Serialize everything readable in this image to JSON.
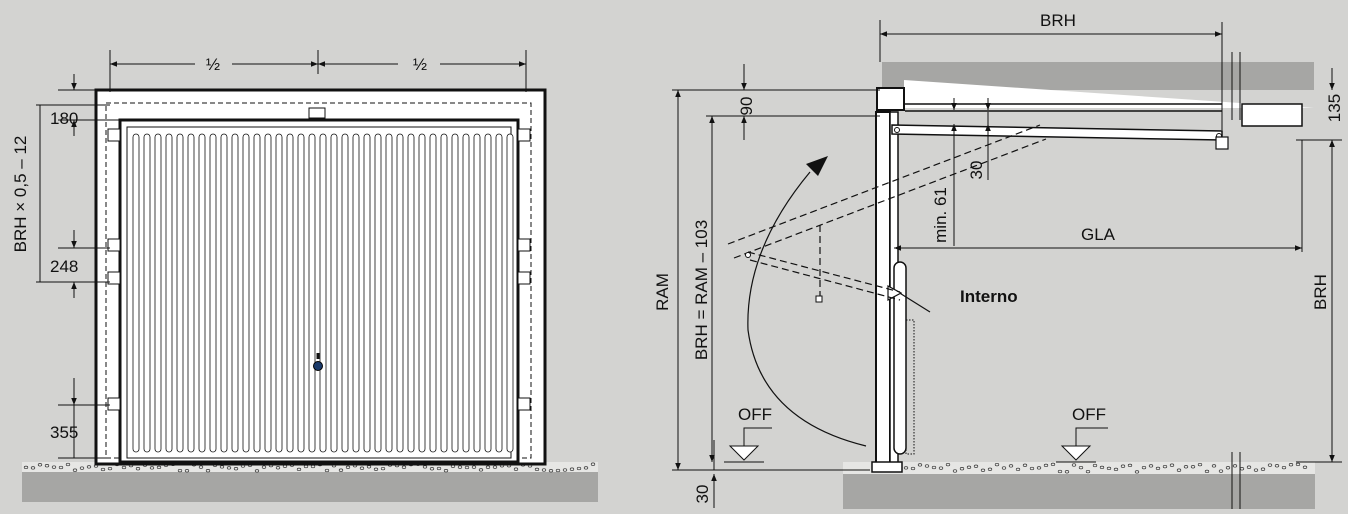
{
  "front_view": {
    "half_left": "½",
    "half_right": "½",
    "dim_180": "180",
    "dim_248": "248",
    "dim_355": "355",
    "brh_label": "BRH × 0,5 – 12"
  },
  "section_view": {
    "brh_top": "BRH",
    "dim_90": "90",
    "dim_135": "135",
    "dim_30_upper": "30",
    "min_61": "min. 61",
    "gla": "GLA",
    "interno": "Interno",
    "ram": "RAM",
    "brh_ram": "BRH = RAM – 103",
    "brh_right": "BRH",
    "off_left": "OFF",
    "off_right": "OFF",
    "dim_30_lower": "30"
  }
}
